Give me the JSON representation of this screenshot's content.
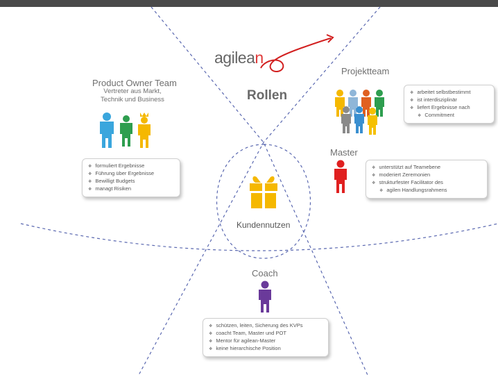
{
  "logo": {
    "prefix": "agilea",
    "accent": "n"
  },
  "title": "Rollen",
  "product_owner": {
    "heading": "Product Owner Team",
    "sub1": "Vertreter aus Markt,",
    "sub2": "Technik und Business",
    "bullets": [
      "formuliert Ergebnisse",
      "Führung über Ergebnisse",
      "Bewilligt Budgets",
      "managt Risiken"
    ]
  },
  "projektteam": {
    "heading": "Projektteam",
    "bullets": [
      "arbeitet selbstbestimmt",
      "ist interdisziplinär",
      "liefert Ergebnisse nach",
      "Commitment"
    ]
  },
  "master": {
    "heading": "Master",
    "bullets": [
      "unterstützt auf Teamebene",
      "moderiert Zeremonien",
      "strukturfester Facilitator des",
      "agilen Handlungsrahmens"
    ]
  },
  "center": {
    "label": "Kundennutzen"
  },
  "coach": {
    "heading": "Coach",
    "bullets": [
      "schützen, leiten, Sicherung des KVPs",
      "coacht Team, Master und POT",
      "Mentor für agilean-Master",
      "keine hierarchische Position"
    ]
  },
  "colors": {
    "blue": "#3aa6dd",
    "green": "#2e9e4f",
    "yellow": "#f5b800",
    "red": "#e02020",
    "orange": "#f08a24",
    "purple": "#6a3a9a",
    "gray": "#8a8a8a",
    "lightblue": "#8fb6d8",
    "gift": "#f5b800",
    "line": "#5060b0"
  }
}
